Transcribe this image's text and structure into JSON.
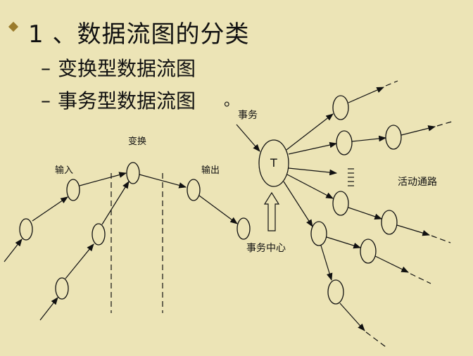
{
  "slide": {
    "heading": "1 、数据流图的分类",
    "items": [
      {
        "dash": "–",
        "text": "变换型数据流图"
      },
      {
        "dash": "–",
        "text": "事务型数据流图"
      }
    ]
  },
  "diagram": {
    "transform_labels": {
      "input": "输入",
      "transform": "变换",
      "output": "输出"
    },
    "transaction_labels": {
      "transaction": "事务",
      "center_node": "T",
      "center": "事务中心",
      "paths": "活动通路",
      "period": "。"
    }
  }
}
